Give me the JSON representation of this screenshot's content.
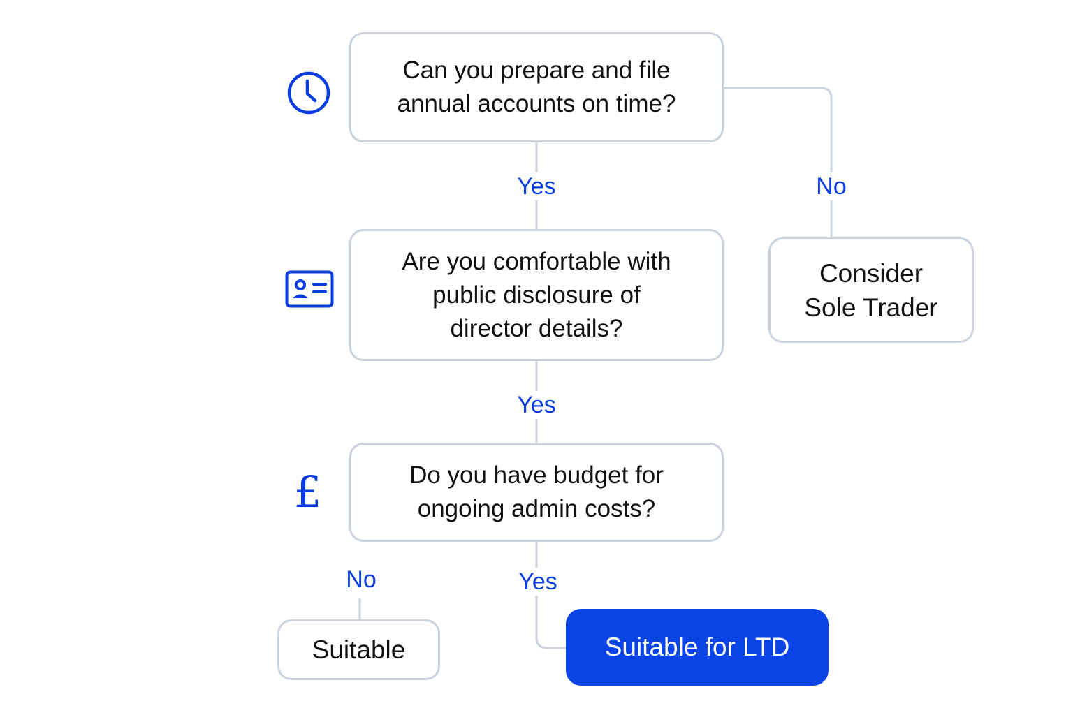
{
  "title": "",
  "colors": {
    "accent": "#0a3de0",
    "result_fill": "#0a44e6",
    "border": "#cdd3dc",
    "text": "#111111"
  },
  "questions": {
    "q1": "Can you prepare and file\nannual accounts on time?",
    "q2": "Are you comfortable with\npublic disclosure of\ndirector details?",
    "q3": "Do you have budget for\nongoing admin costs?"
  },
  "outcomes": {
    "sole_trader": "Consider\nSole Trader",
    "suitable": "Suitable",
    "suitable_ltd": "Suitable for LTD"
  },
  "edge_labels": {
    "q1_yes": "Yes",
    "q1_no": "No",
    "q2_yes": "Yes",
    "q3_no": "No",
    "q3_yes": "Yes"
  },
  "icons": {
    "q1": "clock-icon",
    "q2": "id-card-icon",
    "q3": "pound-icon",
    "q3_symbol": "£"
  }
}
